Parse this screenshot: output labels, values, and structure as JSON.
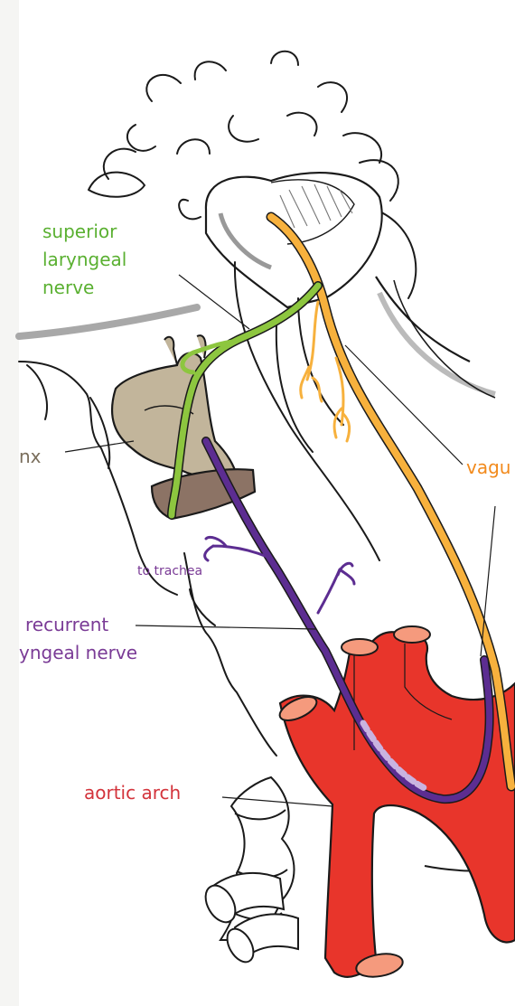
{
  "labels": {
    "superior_line1": "superior",
    "superior_line2": "laryngeal",
    "superior_line3": "nerve",
    "larynx": "nx",
    "vagus": "vagu",
    "to_trachea": "to trachea",
    "recurrent_line1": "recurrent",
    "recurrent_line2": "yngeal nerve",
    "aortic_arch": "aortic arch"
  },
  "colors": {
    "superior_nerve": "#8dc63f",
    "vagus_nerve": "#f7b13d",
    "recurrent_nerve": "#5c2d91",
    "larynx": "#c2b59b",
    "cartilage": "#8c7365",
    "aorta": "#e8352b",
    "aorta_cut": "#f59a7d",
    "outline": "#1a1a1a",
    "superior_label": "#5ab031",
    "vagus_label": "#f28a1c",
    "larynx_label": "#7a6e5c",
    "recurrent_label": "#7a3b96",
    "aortic_label": "#d3333b"
  }
}
